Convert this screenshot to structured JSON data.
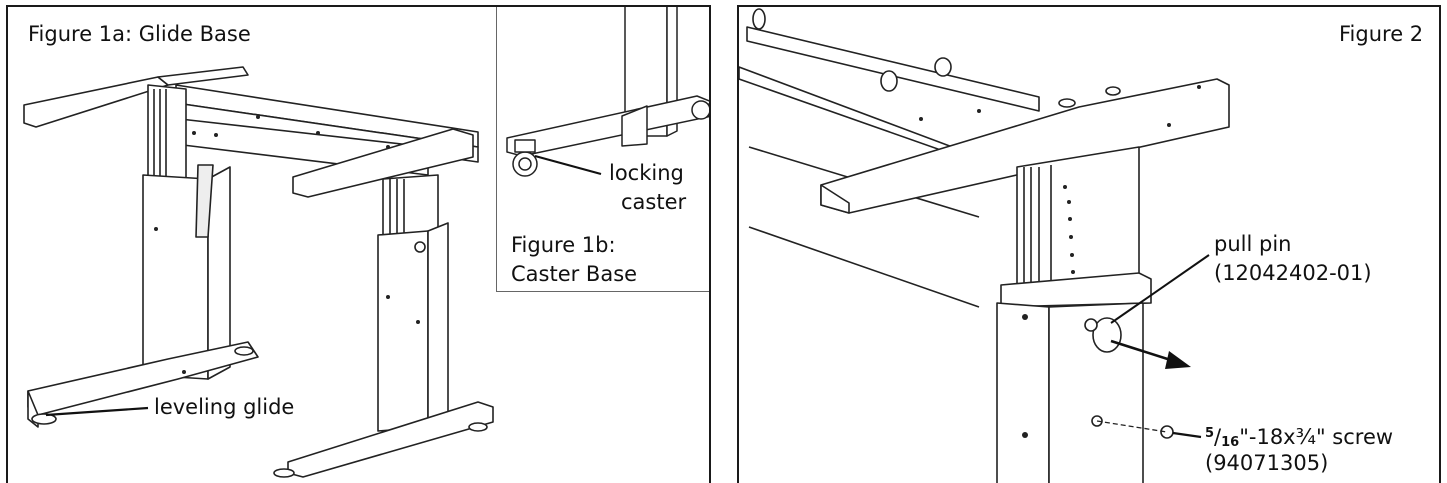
{
  "figure_1": {
    "title": "Figure 1a: Glide Base",
    "callout_glide": "leveling glide",
    "inset": {
      "callout_caster_line1": "locking",
      "callout_caster_line2": "caster",
      "caption_line1": "Figure 1b:",
      "caption_line2": "Caster Base"
    }
  },
  "figure_2": {
    "title": "Figure 2",
    "pin_line1": "pull pin",
    "pin_line2": "(12042402-01)",
    "screw_frac_num": "5",
    "screw_frac_den": "16",
    "screw_line1_rest": "\"-18x¾\" screw",
    "screw_line2": "(94071305)"
  }
}
